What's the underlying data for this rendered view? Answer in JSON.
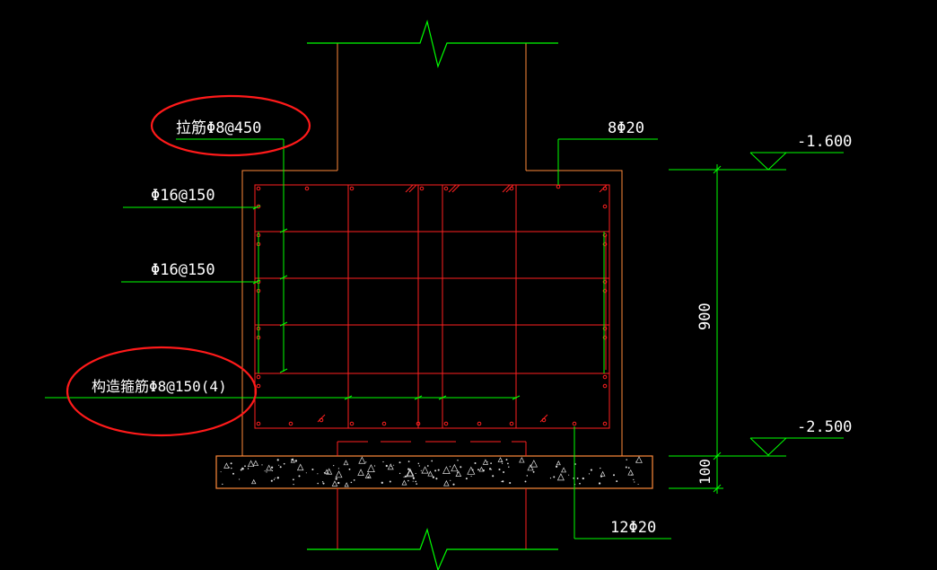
{
  "drawing": {
    "annotations": {
      "tie_bar": "拉筋Φ8@450",
      "bar_top": "Φ16@150",
      "bar_mid": "Φ16@150",
      "stirrup": "构造箍筋Φ8@150(4)",
      "top_bars": "8Φ20",
      "bottom_bars": "12Φ20"
    },
    "elevations": {
      "top": "-1.600",
      "bottom": "-2.500"
    },
    "dimensions": {
      "height": "900",
      "cushion": "100"
    }
  },
  "colors": {
    "background": "#000000",
    "leader_lines": "#00ff00",
    "rebar": "#ff2020",
    "outline": "#ff8a3a",
    "highlight": "#ff1a1a",
    "text": "#ffffff",
    "concrete_dots": "#dddddd"
  }
}
